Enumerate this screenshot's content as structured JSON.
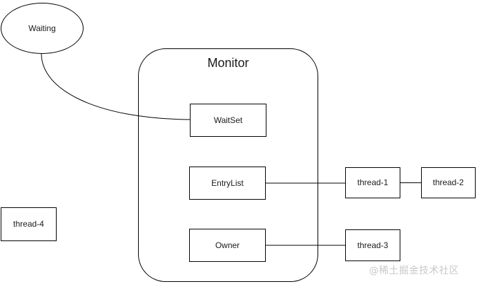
{
  "diagram": {
    "title": "Monitor",
    "watermark": "@稀土掘金技术社区",
    "colors": {
      "background": "#ffffff",
      "stroke": "#000000",
      "text": "#1a1a1a",
      "watermark": "#c8c8c8"
    },
    "nodes": {
      "waiting": {
        "label": "Waiting",
        "shape": "ellipse"
      },
      "monitor": {
        "label": "Monitor",
        "shape": "rounded-container"
      },
      "waitset": {
        "label": "WaitSet",
        "shape": "rectangle",
        "parent": "Monitor"
      },
      "entrylist": {
        "label": "EntryList",
        "shape": "rectangle",
        "parent": "Monitor"
      },
      "owner": {
        "label": "Owner",
        "shape": "rectangle",
        "parent": "Monitor"
      },
      "thread1": {
        "label": "thread-1",
        "shape": "rectangle"
      },
      "thread2": {
        "label": "thread-2",
        "shape": "rectangle"
      },
      "thread3": {
        "label": "thread-3",
        "shape": "rectangle"
      },
      "thread4": {
        "label": "thread-4",
        "shape": "rectangle"
      }
    },
    "edges": [
      {
        "from": "Waiting",
        "to": "WaitSet",
        "style": "curved"
      },
      {
        "from": "EntryList",
        "to": "thread-1",
        "style": "straight"
      },
      {
        "from": "thread-1",
        "to": "thread-2",
        "style": "straight"
      },
      {
        "from": "Owner",
        "to": "thread-3",
        "style": "straight"
      }
    ]
  }
}
